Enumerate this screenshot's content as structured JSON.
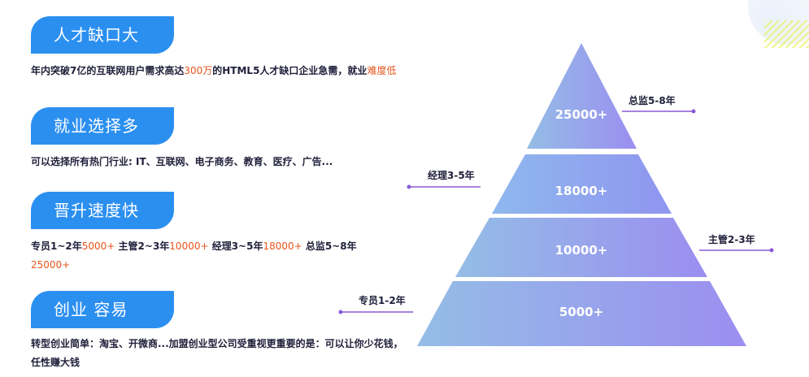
{
  "colors": {
    "tag_bg": "#2b8ff0",
    "highlight": "#e8541c",
    "annotation_line": "#8a5ad6",
    "pyramid_gradient_start": "#94bde6",
    "pyramid_gradient_end": "#9b8ef0"
  },
  "sections": [
    {
      "title": "人才缺口大",
      "desc_parts": [
        "年内突破7亿的互联网用户需求高达",
        "300万",
        "的HTML5人才缺口企业急需，就业",
        "难度低"
      ]
    },
    {
      "title": "就业选择多",
      "desc": "可以选择所有热门行业: IT、互联网、电子商务、教育、医疗、广告..."
    },
    {
      "title": "晋升速度快",
      "desc_parts": [
        "专员1~2年",
        "5000+",
        " 主管2~3年",
        "10000+",
        " 经理3~5年",
        "18000+",
        " 总监5~8年",
        "25000+"
      ]
    },
    {
      "title": "创业 容易",
      "desc": "转型创业简单：淘宝、开微商...加盟创业型公司受重视更重要的是：可以让你少花钱，任性赚大钱"
    }
  ],
  "pyramid": {
    "levels": [
      {
        "value": "25000+",
        "label": "总监5-8年"
      },
      {
        "value": "18000+",
        "label": "经理3-5年"
      },
      {
        "value": "10000+",
        "label": "主管2-3年"
      },
      {
        "value": "5000+",
        "label": "专员1-2年"
      }
    ]
  }
}
